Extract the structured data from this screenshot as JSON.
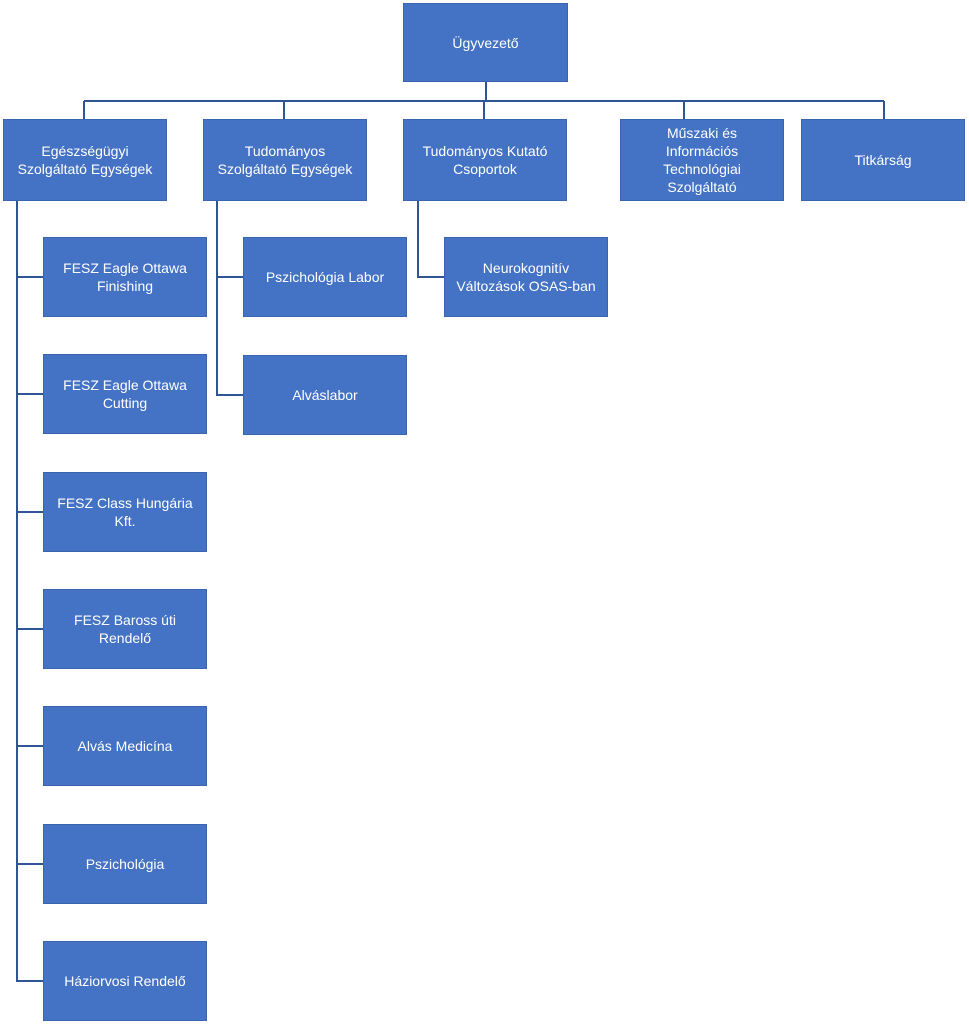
{
  "colors": {
    "box_fill": "#4472C4",
    "connector": "#2f5597",
    "text": "#ffffff"
  },
  "root": {
    "label": "Ügyvezető"
  },
  "departments": [
    {
      "label": "Egészségügyi\nSzolgáltató Egységek"
    },
    {
      "label": "Tudományos\nSzolgáltató Egységek"
    },
    {
      "label": "Tudományos Kutató\nCsoportok"
    },
    {
      "label": "Műszaki és\nInformációs\nTechnológiai\nSzolgáltató"
    },
    {
      "label": "Titkárság"
    }
  ],
  "health_units": [
    {
      "label": "FESZ Eagle Ottawa\nFinishing"
    },
    {
      "label": "FESZ Eagle Ottawa\nCutting"
    },
    {
      "label": "FESZ Class Hungária\nKft."
    },
    {
      "label": "FESZ Baross úti\nRendelő"
    },
    {
      "label": "Alvás Medicína"
    },
    {
      "label": "Pszichológia"
    },
    {
      "label": "Háziorvosi Rendelő"
    }
  ],
  "science_service_units": [
    {
      "label": "Pszichológia Labor"
    },
    {
      "label": "Alváslabor"
    }
  ],
  "research_groups": [
    {
      "label": "Neurokognitív\nVáltozások OSAS-ban"
    }
  ]
}
